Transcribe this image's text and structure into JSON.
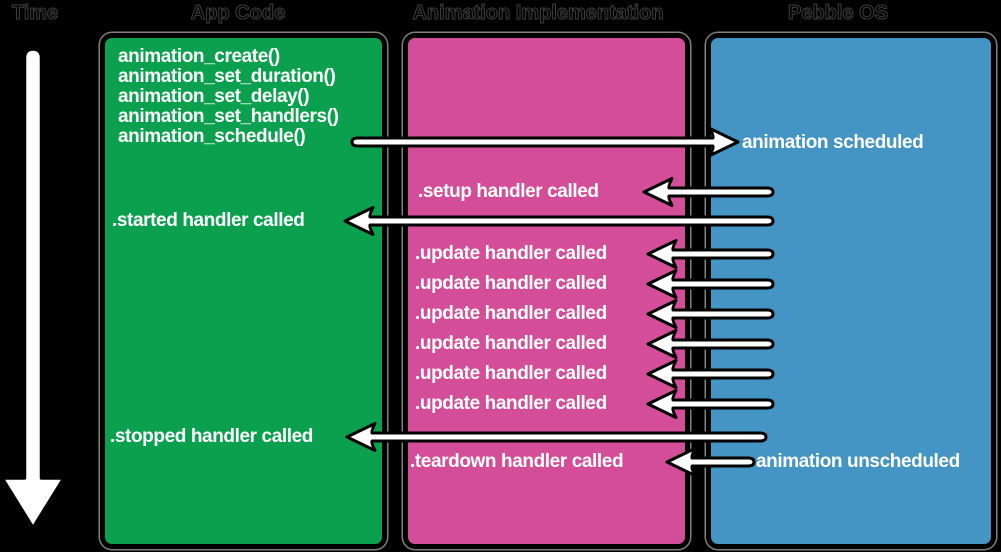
{
  "background": "#000000",
  "headers": {
    "time": "Time",
    "app_code": "App Code",
    "animation_implementation": "Animation Implementation",
    "pebble_os": "Pebble OS"
  },
  "app_code": {
    "color": "#0AA04D",
    "functions": [
      "animation_create()",
      "animation_set_duration()",
      "animation_set_delay()",
      "animation_set_handlers()",
      "animation_schedule()"
    ],
    "started": ".started handler called",
    "stopped": ".stopped handler called"
  },
  "animation_implementation": {
    "color": "#D44D99",
    "setup": ".setup handler called",
    "updates": [
      ".update handler called",
      ".update handler called",
      ".update handler called",
      ".update handler called",
      ".update handler called",
      ".update handler called"
    ],
    "teardown": ".teardown handler called"
  },
  "pebble_os": {
    "color": "#4494C4",
    "scheduled": "animation scheduled",
    "unscheduled": "animation unscheduled"
  },
  "arrow_style": {
    "fill": "#FFFFFF",
    "outline": "#000000"
  }
}
